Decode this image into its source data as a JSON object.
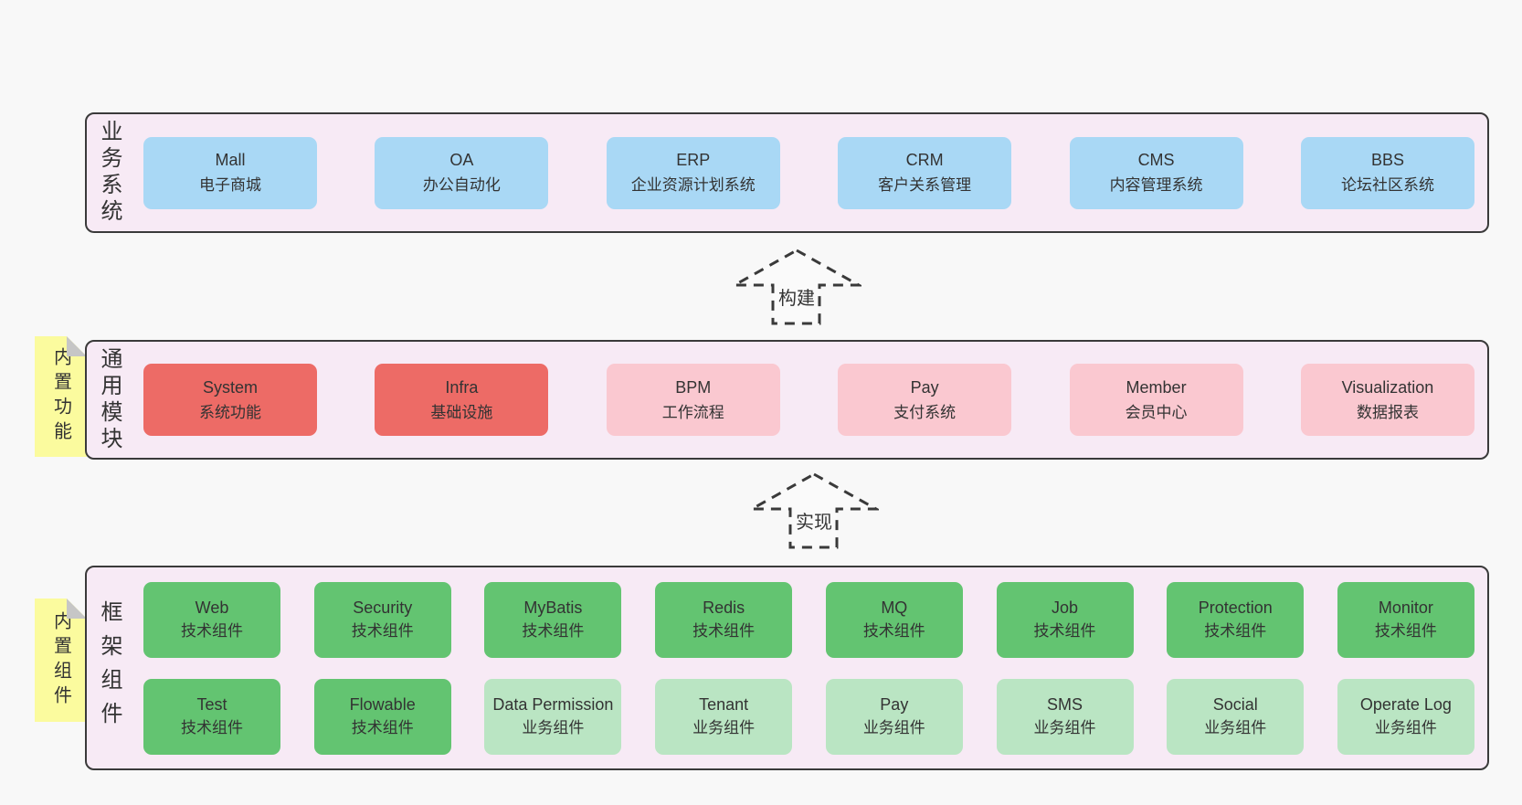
{
  "colors": {
    "page_bg": "#f8f8f8",
    "panel_bg": "#f7eaf5",
    "panel_border": "#3a3a3a",
    "blue_box": "#a9d8f5",
    "red_box": "#ed6b66",
    "pink_box": "#fac8d0",
    "green_box": "#63c471",
    "light_green_box": "#bae5c3",
    "sticky_yellow": "#fbfb9e",
    "text": "#333333"
  },
  "layers": {
    "business": {
      "side_label": "业务系统",
      "boxes": [
        {
          "title": "Mall",
          "subtitle": "电子商城"
        },
        {
          "title": "OA",
          "subtitle": "办公自动化"
        },
        {
          "title": "ERP",
          "subtitle": "企业资源计划系统"
        },
        {
          "title": "CRM",
          "subtitle": "客户关系管理"
        },
        {
          "title": "CMS",
          "subtitle": "内容管理系统"
        },
        {
          "title": "BBS",
          "subtitle": "论坛社区系统"
        }
      ]
    },
    "modules": {
      "side_label": "通用模块",
      "sticky_note": "内置功能",
      "boxes": [
        {
          "title": "System",
          "subtitle": "系统功能",
          "variant": "red"
        },
        {
          "title": "Infra",
          "subtitle": "基础设施",
          "variant": "red"
        },
        {
          "title": "BPM",
          "subtitle": "工作流程",
          "variant": "pink"
        },
        {
          "title": "Pay",
          "subtitle": "支付系统",
          "variant": "pink"
        },
        {
          "title": "Member",
          "subtitle": "会员中心",
          "variant": "pink"
        },
        {
          "title": "Visualization",
          "subtitle": "数据报表",
          "variant": "pink"
        }
      ]
    },
    "components": {
      "side_label": "框架组件",
      "sticky_note": "内置组件",
      "row1": [
        {
          "title": "Web",
          "subtitle": "技术组件",
          "variant": "green"
        },
        {
          "title": "Security",
          "subtitle": "技术组件",
          "variant": "green"
        },
        {
          "title": "MyBatis",
          "subtitle": "技术组件",
          "variant": "green"
        },
        {
          "title": "Redis",
          "subtitle": "技术组件",
          "variant": "green"
        },
        {
          "title": "MQ",
          "subtitle": "技术组件",
          "variant": "green"
        },
        {
          "title": "Job",
          "subtitle": "技术组件",
          "variant": "green"
        },
        {
          "title": "Protection",
          "subtitle": "技术组件",
          "variant": "green"
        },
        {
          "title": "Monitor",
          "subtitle": "技术组件",
          "variant": "green"
        }
      ],
      "row2": [
        {
          "title": "Test",
          "subtitle": "技术组件",
          "variant": "green"
        },
        {
          "title": "Flowable",
          "subtitle": "技术组件",
          "variant": "green"
        },
        {
          "title": "Data Permission",
          "subtitle": "业务组件",
          "variant": "light-green"
        },
        {
          "title": "Tenant",
          "subtitle": "业务组件",
          "variant": "light-green"
        },
        {
          "title": "Pay",
          "subtitle": "业务组件",
          "variant": "light-green"
        },
        {
          "title": "SMS",
          "subtitle": "业务组件",
          "variant": "light-green"
        },
        {
          "title": "Social",
          "subtitle": "业务组件",
          "variant": "light-green"
        },
        {
          "title": "Operate Log",
          "subtitle": "业务组件",
          "variant": "light-green"
        }
      ]
    }
  },
  "arrows": {
    "build": {
      "label": "构建"
    },
    "implement": {
      "label": "实现"
    }
  }
}
